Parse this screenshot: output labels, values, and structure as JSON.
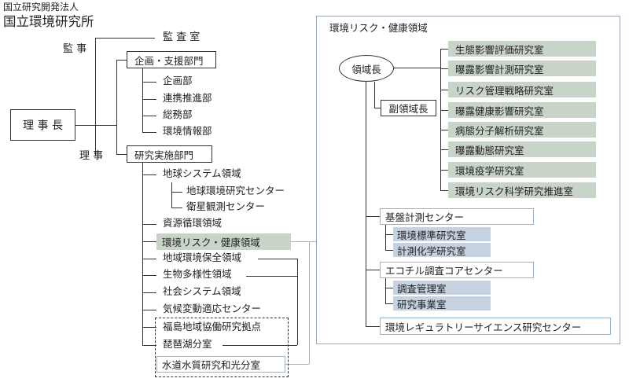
{
  "org": {
    "parent": "国立研究開発法人",
    "name": "国立環境研究所"
  },
  "left": {
    "president": "理 事 長",
    "auditor_role": "監 事",
    "director_role": "理 事",
    "audit_office": "監 査 室",
    "planning_dept": "企画・支援部門",
    "planning_units": [
      "企画部",
      "連携推進部",
      "総務部",
      "環境情報部"
    ],
    "research_dept": "研究実施部門",
    "global_system": "地球システム領域",
    "global_sub": [
      "地球環境研究センター",
      "衛星観測センター"
    ],
    "research_units": [
      "資源循環領域",
      "環境リスク・健康領域",
      "地域環境保全領域",
      "生物多様性領域",
      "社会システム領域",
      "気候変動適応センター"
    ],
    "fukushima": "福島地域協働研究拠点",
    "biwako": "琵琶湖分室",
    "suido": "水道水質研究和光分室"
  },
  "right": {
    "panel_title": "環境リスク・健康領域",
    "head": "領域長",
    "deputy": "副領域長",
    "labs": [
      "生態影響評価研究室",
      "曝露影響計測研究室",
      "リスク管理戦略研究室",
      "曝露健康影響研究室",
      "病態分子解析研究室",
      "曝露動態研究室",
      "環境疫学研究室",
      "環境リスク科学研究推進室"
    ],
    "centers": [
      {
        "name": "基盤計測センター",
        "subs": [
          "環境標準研究室",
          "計測化学研究室"
        ]
      },
      {
        "name": "エコチル調査コアセンター",
        "subs": [
          "調査管理室",
          "研究事業室"
        ]
      },
      {
        "name": "環境レギュラトリーサイエンス研究センター",
        "subs": []
      }
    ]
  },
  "colors": {
    "lab_fill": "#c8d4c7",
    "sub_fill": "#c6d2e0",
    "center_border": "#95b4cd",
    "line": "#333333"
  }
}
